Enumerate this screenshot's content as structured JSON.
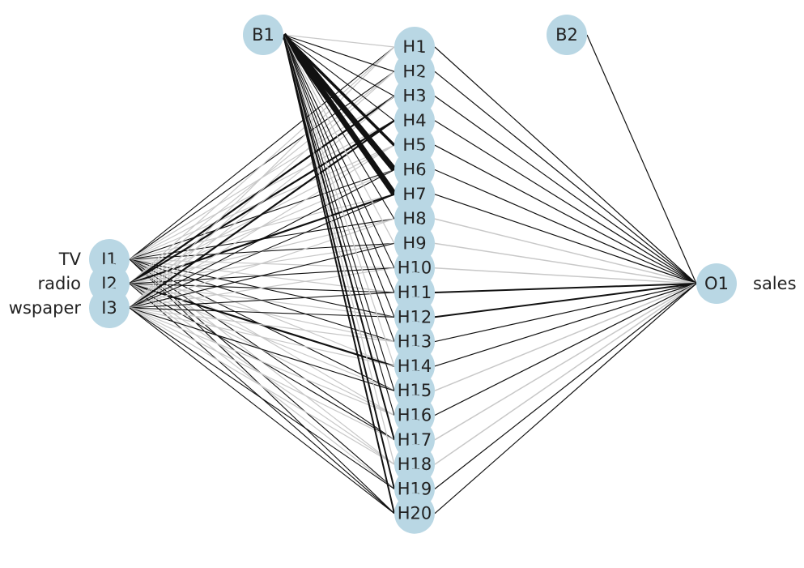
{
  "colors": {
    "node_fill": "#b9d7e4",
    "edge_dark": "#111111",
    "edge_light": "#c8c8c8",
    "background": "#ffffff"
  },
  "nodes": {
    "bias": [
      "B1",
      "B2"
    ],
    "inputs": [
      "I1",
      "I2",
      "I3"
    ],
    "hidden": [
      "H1",
      "H2",
      "H3",
      "H4",
      "H5",
      "H6",
      "H7",
      "H8",
      "H9",
      "H10",
      "H11",
      "H12",
      "H13",
      "H14",
      "H15",
      "H16",
      "H17",
      "H18",
      "H19",
      "H20"
    ],
    "output": [
      "O1"
    ]
  },
  "labels": {
    "inputs": [
      "TV",
      "radio",
      "wspaper"
    ],
    "output": [
      "sales"
    ]
  }
}
